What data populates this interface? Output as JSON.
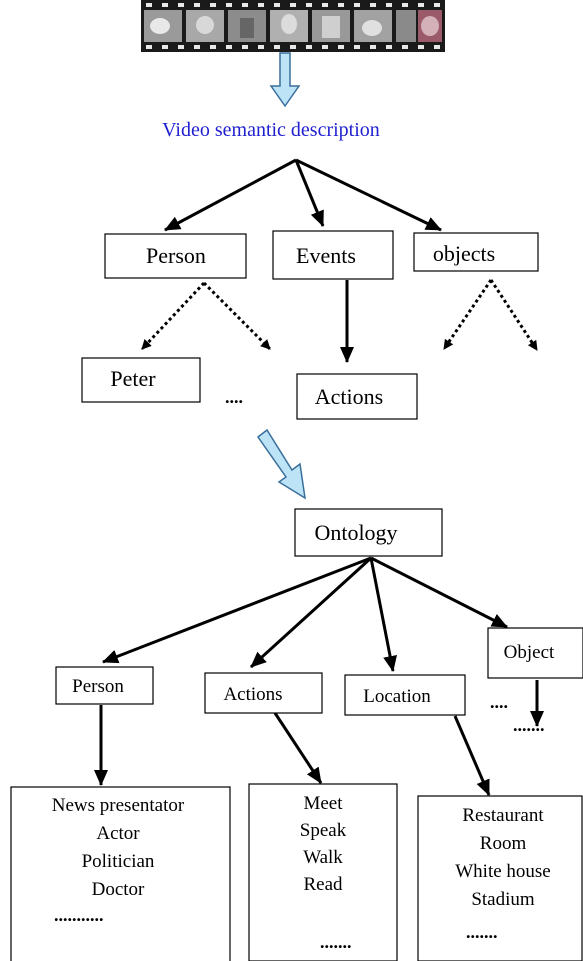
{
  "title": "Video semantic description",
  "top_tree": {
    "categories": [
      "Person",
      "Events",
      "objects"
    ],
    "person_child": "Peter",
    "person_child_ellipsis": "....",
    "events_child": "Actions"
  },
  "ontology": {
    "root": "Ontology",
    "categories": [
      "Person",
      "Actions",
      "Location",
      "Object"
    ],
    "location_ellipsis": "....",
    "object_ellipsis": ".......",
    "person_items": [
      "News presentator",
      "Actor",
      "Politician",
      "Doctor"
    ],
    "person_more": "...........",
    "actions_items": [
      "Meet",
      "Speak",
      "Walk",
      "Read"
    ],
    "actions_more": ".......",
    "location_items": [
      "Restaurant",
      "Room",
      "White house",
      "Stadium"
    ],
    "location_more": "......."
  },
  "colors": {
    "title": "#1f1fd0",
    "arrow_fill": "#bde3f7",
    "arrow_stroke": "#3a6f9a"
  }
}
